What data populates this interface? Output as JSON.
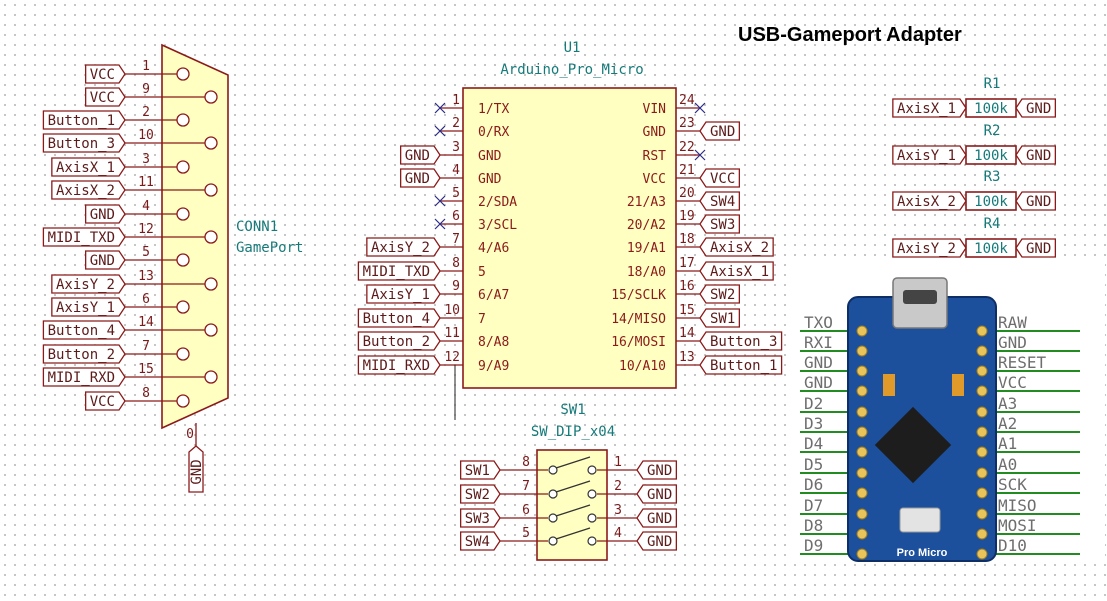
{
  "title": "USB-Gameport Adapter",
  "colors": {
    "wire": "#228b22",
    "body_fill": "#ffffc2",
    "body_stroke": "#8b1a1a",
    "ref_text": "#167a7a",
    "board_blue": "#1c4f9c"
  },
  "gameport": {
    "ref": "CONN1",
    "value": "GamePort",
    "shield_pin": "0",
    "shield_label": "GND",
    "pins": [
      {
        "num": "1",
        "net": "VCC"
      },
      {
        "num": "9",
        "net": "VCC"
      },
      {
        "num": "2",
        "net": "Button_1"
      },
      {
        "num": "10",
        "net": "Button_3"
      },
      {
        "num": "3",
        "net": "AxisX_1"
      },
      {
        "num": "11",
        "net": "AxisX_2"
      },
      {
        "num": "4",
        "net": "GND"
      },
      {
        "num": "12",
        "net": "MIDI_TXD"
      },
      {
        "num": "5",
        "net": "GND"
      },
      {
        "num": "13",
        "net": "AxisY_2"
      },
      {
        "num": "6",
        "net": "AxisY_1"
      },
      {
        "num": "14",
        "net": "Button_4"
      },
      {
        "num": "7",
        "net": "Button_2"
      },
      {
        "num": "15",
        "net": "MIDI_RXD"
      },
      {
        "num": "8",
        "net": "VCC"
      }
    ]
  },
  "micro": {
    "ref": "U1",
    "value": "Arduino_Pro_Micro",
    "left_pins": [
      {
        "num": "1",
        "name": "1/TX",
        "net": ""
      },
      {
        "num": "2",
        "name": "0/RX",
        "net": ""
      },
      {
        "num": "3",
        "name": "GND",
        "net": "GND"
      },
      {
        "num": "4",
        "name": "GND",
        "net": "GND"
      },
      {
        "num": "5",
        "name": "2/SDA",
        "net": ""
      },
      {
        "num": "6",
        "name": "3/SCL",
        "net": ""
      },
      {
        "num": "7",
        "name": "4/A6",
        "net": "AxisY_2"
      },
      {
        "num": "8",
        "name": "5",
        "net": "MIDI_TXD"
      },
      {
        "num": "9",
        "name": "6/A7",
        "net": "AxisY_1"
      },
      {
        "num": "10",
        "name": "7",
        "net": "Button_4"
      },
      {
        "num": "11",
        "name": "8/A8",
        "net": "Button_2"
      },
      {
        "num": "12",
        "name": "9/A9",
        "net": "MIDI_RXD"
      }
    ],
    "right_pins": [
      {
        "num": "24",
        "name": "VIN",
        "net": ""
      },
      {
        "num": "23",
        "name": "GND",
        "net": "GND"
      },
      {
        "num": "22",
        "name": "RST",
        "net": ""
      },
      {
        "num": "21",
        "name": "VCC",
        "net": "VCC"
      },
      {
        "num": "20",
        "name": "21/A3",
        "net": "SW4"
      },
      {
        "num": "19",
        "name": "20/A2",
        "net": "SW3"
      },
      {
        "num": "18",
        "name": "19/A1",
        "net": "AxisX_2"
      },
      {
        "num": "17",
        "name": "18/A0",
        "net": "AxisX_1"
      },
      {
        "num": "16",
        "name": "15/SCLK",
        "net": "SW2"
      },
      {
        "num": "15",
        "name": "14/MISO",
        "net": "SW1"
      },
      {
        "num": "14",
        "name": "16/MOSI",
        "net": "Button_3"
      },
      {
        "num": "13",
        "name": "10/A10",
        "net": "Button_1"
      }
    ]
  },
  "resistors": [
    {
      "ref": "R1",
      "value": "100k",
      "net_left": "AxisX_1",
      "net_right": "GND"
    },
    {
      "ref": "R2",
      "value": "100k",
      "net_left": "AxisY_1",
      "net_right": "GND"
    },
    {
      "ref": "R3",
      "value": "100k",
      "net_left": "AxisX_2",
      "net_right": "GND"
    },
    {
      "ref": "R4",
      "value": "100k",
      "net_left": "AxisY_2",
      "net_right": "GND"
    }
  ],
  "dip": {
    "ref": "SW1",
    "value": "SW_DIP_x04",
    "rows": [
      {
        "left_num": "8",
        "left_net": "SW1",
        "right_num": "1",
        "right_net": "GND"
      },
      {
        "left_num": "7",
        "left_net": "SW2",
        "right_num": "2",
        "right_net": "GND"
      },
      {
        "left_num": "6",
        "left_net": "SW3",
        "right_num": "3",
        "right_net": "GND"
      },
      {
        "left_num": "5",
        "left_net": "SW4",
        "right_num": "4",
        "right_net": "GND"
      }
    ]
  },
  "board": {
    "silkscreen": "Pro Micro",
    "left_labels": [
      "TXO",
      "RXI",
      "GND",
      "GND",
      "D2",
      "D3",
      "D4",
      "D5",
      "D6",
      "D7",
      "D8",
      "D9"
    ],
    "right_labels": [
      "RAW",
      "GND",
      "RESET",
      "VCC",
      "A3",
      "A2",
      "A1",
      "A0",
      "SCK",
      "MISO",
      "MOSI",
      "D10"
    ]
  }
}
